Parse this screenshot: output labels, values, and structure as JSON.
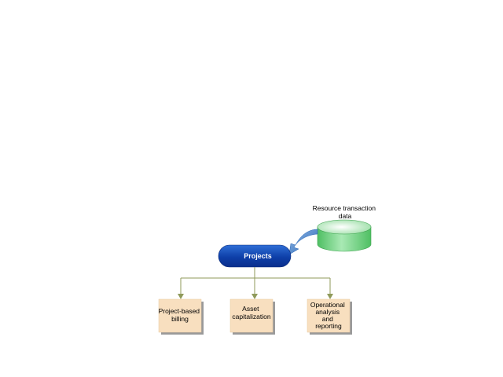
{
  "source": {
    "label_lines": [
      "Resource transaction",
      "data"
    ]
  },
  "center": {
    "label": "Projects"
  },
  "outputs": [
    {
      "label_lines": [
        "Project-based",
        "billing"
      ]
    },
    {
      "label_lines": [
        "Asset",
        "capitalization"
      ]
    },
    {
      "label_lines": [
        "Operational",
        "analysis",
        "and",
        "reporting"
      ]
    }
  ],
  "colors": {
    "projects_dark": "#0a2e8c",
    "projects_light": "#2f6fd6",
    "cylinder_green": "#5cc870",
    "cylinder_light": "#d8f5dc",
    "box_fill": "#f8dfbf",
    "box_shadow": "#9a9a9a",
    "connector": "#8f9a5a",
    "curve_arrow": "#3f7fc6"
  }
}
